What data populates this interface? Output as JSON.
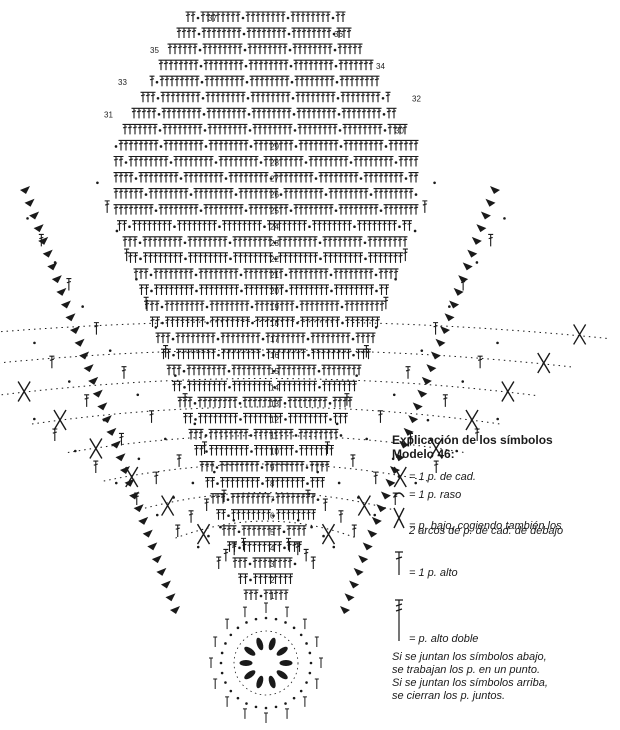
{
  "legend": {
    "title_line1": "Explicación de los símbolos",
    "title_line2": "Modelo 46:",
    "items": [
      {
        "icon": "dot-icon",
        "text": "= 1 p. de cad."
      },
      {
        "icon": "arc-icon",
        "text": "= 1 p. raso"
      },
      {
        "icon": "x-stitch-icon",
        "text": "= p. bajo, cogiendo también los",
        "text2": "2 arcos de p. de cad. de debajo"
      },
      {
        "icon": "tall-stitch-icon",
        "text": "= 1 p. alto"
      },
      {
        "icon": "double-tall-stitch-icon",
        "text": "= p. alto doble"
      }
    ],
    "note": [
      "Si se juntan los símbolos abajo,",
      "se trabajan los p. en un punto.",
      "Si se juntan los símbolos arriba,",
      "se cierran los p. juntos."
    ]
  },
  "rows": [
    "1",
    "2",
    "3",
    "4",
    "5",
    "6",
    "7",
    "8",
    "9",
    "10",
    "11",
    "12",
    "13",
    "14",
    "15",
    "16",
    "17",
    "18",
    "19",
    "20",
    "21",
    "22",
    "23",
    "24",
    "25",
    "26",
    "27",
    "28",
    "29",
    "30",
    "31",
    "32",
    "33",
    "34",
    "35",
    "36",
    "37"
  ],
  "colors": {
    "ink": "#1a1a1a",
    "paper": "#ffffff"
  }
}
